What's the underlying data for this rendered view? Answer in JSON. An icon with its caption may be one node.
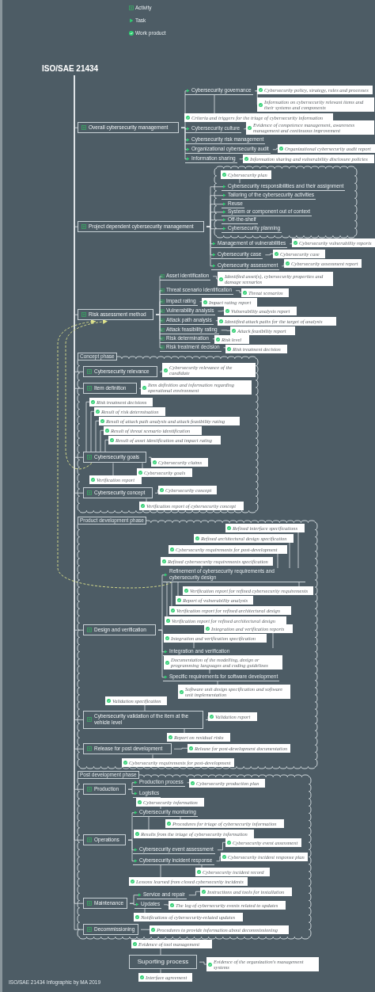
{
  "diagram": {
    "caption": "ISO/SAE 21434 Infographic by MA 2019",
    "nodes": [
      {
        "text": [
          "ISO/SAE 21434"
        ]
      },
      {
        "text": [
          "Overall cybersecurity management"
        ]
      },
      {
        "text": [
          "Cybersecurity governance"
        ]
      },
      {
        "text": [
          "Cybersecurity policy, strategy, rules and processes"
        ]
      },
      {
        "text": [
          "Information on cybersecurity relevant items and their systems and components"
        ]
      },
      {
        "text": [
          "Criteria and triggers for the triage of cybersecurity information"
        ]
      },
      {
        "text": [
          "Cybersecurity culture"
        ]
      },
      {
        "text": [
          "Evidence of competence management, awareness management and continuous improvement"
        ]
      },
      {
        "text": [
          "Cybersecurity risk management"
        ]
      },
      {
        "text": [
          "Organizational cybersecurity audit"
        ]
      },
      {
        "text": [
          "Organizational cybersecurity audit report"
        ]
      },
      {
        "text": [
          "Information sharing"
        ]
      },
      {
        "text": [
          "Information sharing and vulnerability disclosure policies"
        ]
      },
      {
        "text": [
          "Project dependent cybersecurity management"
        ]
      },
      {
        "text": [],
        "shape": "cloud"
      },
      {
        "text": [
          "Cybersecurity plan"
        ],
        "in": 14
      },
      {
        "text": [
          "Cybersecurity responsibilities and their assignment"
        ],
        "in": 14
      },
      {
        "text": [
          "Tailoring of the cybersecurity activities"
        ],
        "in": 14
      },
      {
        "text": [
          "Reuse"
        ],
        "in": 14
      },
      {
        "text": [
          "System or component out of context"
        ],
        "in": 14
      },
      {
        "text": [
          "Off-the-shelf"
        ],
        "in": 14
      },
      {
        "text": [
          "Cybersecurity planning"
        ],
        "in": 14
      },
      {
        "text": [
          "Management of vulnerabilities"
        ]
      },
      {
        "text": [
          "Cybersecurity vulnerability reports"
        ]
      },
      {
        "text": [
          "Cybersecurity case"
        ]
      },
      {
        "text": [
          "Cybersecurity case"
        ]
      },
      {
        "text": [
          "Cybersecurity assessment"
        ]
      },
      {
        "text": [
          "Cybersecurity assessment report"
        ]
      },
      {
        "text": [
          "Risk assessment method"
        ]
      },
      {
        "text": [
          "Asset identification"
        ]
      },
      {
        "text": [
          "Identified asset(s), cybersecurity properties and damage scenarios"
        ]
      },
      {
        "text": [
          "Threat scenario identification"
        ]
      },
      {
        "text": [
          "Threat scenarios"
        ]
      },
      {
        "text": [
          "Impact rating"
        ]
      },
      {
        "text": [
          "Impact rating report"
        ]
      },
      {
        "text": [
          "Vulnerability analysis"
        ]
      },
      {
        "text": [
          "Vulnerability analysis report"
        ]
      },
      {
        "text": [
          "Attack path analysis"
        ]
      },
      {
        "text": [
          "Identified attack paths for the target of analysis"
        ]
      },
      {
        "text": [
          "Attack feasibility rating"
        ]
      },
      {
        "text": [
          "Attack feasibility report"
        ]
      },
      {
        "text": [
          "Risk determination"
        ]
      },
      {
        "text": [
          "Risk level"
        ]
      },
      {
        "text": [
          "Risk treatment decision"
        ]
      },
      {
        "text": [
          "Risk treatment decision"
        ]
      },
      {
        "text": [
          "Concept phase"
        ]
      },
      {
        "text": [
          "Cybersecurity relevance"
        ],
        "in": 45
      },
      {
        "text": [
          "Cybersecurity relevance of the candidate"
        ],
        "in": 45
      },
      {
        "text": [
          "Item definition"
        ],
        "in": 45
      },
      {
        "text": [
          "Item definition and information regarding operational environment"
        ],
        "in": 45
      },
      {
        "text": [
          "Risk treatment decisions"
        ],
        "in": 45
      },
      {
        "text": [
          "Result of risk determination"
        ],
        "in": 45
      },
      {
        "text": [
          "Result of attack path analysis and attack feasibility rating"
        ],
        "in": 45
      },
      {
        "text": [
          "Result of threat scenario identification"
        ],
        "in": 45
      },
      {
        "text": [
          "Result of asset identification and impact rating"
        ],
        "in": 45
      },
      {
        "text": [
          "Cybersecurity goals"
        ],
        "in": 45
      },
      {
        "text": [
          "Cybersecurity claims"
        ],
        "in": 45
      },
      {
        "text": [
          "Cybersecurity goals"
        ],
        "in": 45
      },
      {
        "text": [
          "Verification report"
        ],
        "in": 45
      },
      {
        "text": [
          "Cybersecurity concept"
        ],
        "in": 45
      },
      {
        "text": [
          "Cybersecurity concept"
        ],
        "in": 45
      },
      {
        "text": [
          "Verification report of cybersecurity concept"
        ],
        "in": 45
      },
      {
        "text": [
          "Product development phase"
        ]
      },
      {
        "text": [
          "Refined interface specifications"
        ],
        "in": 62
      },
      {
        "text": [
          "Refined architectural design specification"
        ],
        "in": 62
      },
      {
        "text": [
          "Cybersecurity requirements for post-development"
        ],
        "in": 62
      },
      {
        "text": [
          "Refined cybersecurity requirements specification"
        ],
        "in": 62
      },
      {
        "text": [
          "Refinement of cybersecurity requirements and cybersecurity design"
        ],
        "in": 62
      },
      {
        "text": [
          "Verification report for refined cybersecurity requirements"
        ],
        "in": 62
      },
      {
        "text": [
          "Report of vulnerability analysis"
        ],
        "in": 62
      },
      {
        "text": [
          "Verification report for refined architectural design"
        ],
        "in": 62
      },
      {
        "text": [
          "Verification report for refined architectural design"
        ],
        "in": 62
      },
      {
        "text": [
          "Design and verification"
        ],
        "in": 62
      },
      {
        "text": [
          "Integration and verification reports"
        ],
        "in": 62
      },
      {
        "text": [
          "Integration and verification specification"
        ],
        "in": 62
      },
      {
        "text": [
          "Integration and verification"
        ],
        "in": 62
      },
      {
        "text": [
          "Documentation of the modelling, design or programming languages and coding guidelines"
        ],
        "in": 62
      },
      {
        "text": [
          "Specific requirements for software development"
        ],
        "in": 62
      },
      {
        "text": [
          "Software unit design specification and software unit implementation"
        ],
        "in": 62
      },
      {
        "text": [
          "Validation specification"
        ],
        "in": 62
      },
      {
        "text": [
          "Cybersecurity validation of the item at the vehicle level"
        ],
        "in": 62
      },
      {
        "text": [
          "Validation report"
        ],
        "in": 62
      },
      {
        "text": [
          "Report on residual risks"
        ],
        "in": 62
      },
      {
        "text": [
          "Release for post development"
        ],
        "in": 62
      },
      {
        "text": [
          "Release for post-development documentation"
        ],
        "in": 62
      },
      {
        "text": [
          "Cybersecurity requirements for post-development"
        ],
        "in": 62
      },
      {
        "text": [
          "Post development phase"
        ]
      },
      {
        "text": [
          "Production"
        ],
        "in": 86
      },
      {
        "text": [
          "Production process"
        ],
        "in": 86
      },
      {
        "text": [
          "Cybersecurity production plan"
        ],
        "in": 86
      },
      {
        "text": [
          "Logistics"
        ],
        "in": 86
      },
      {
        "text": [
          "Cybersecurity information"
        ],
        "in": 86
      },
      {
        "text": [
          "Cybersecurity monitoring"
        ],
        "in": 86
      },
      {
        "text": [
          "Procedures for triage of cybersecurity information"
        ],
        "in": 86
      },
      {
        "text": [
          "Results from the triage of cybersecurity information"
        ],
        "in": 86
      },
      {
        "text": [
          "Operations"
        ],
        "in": 86
      },
      {
        "text": [
          "Cybersecurity event assessment"
        ],
        "in": 86
      },
      {
        "text": [
          "Cybersecurity event assessment"
        ],
        "in": 86
      },
      {
        "text": [
          "Cybersecurity incident response plan"
        ],
        "in": 86
      },
      {
        "text": [
          "Cybersecurity incident response"
        ],
        "in": 86
      },
      {
        "text": [
          "Cybersecurity incident record"
        ],
        "in": 86
      },
      {
        "text": [
          "Lessons learned from closed cybersecurity incidents"
        ],
        "in": 86
      },
      {
        "text": [
          "Service and repair"
        ],
        "in": 86
      },
      {
        "text": [
          "Instructions and tools for installation"
        ],
        "in": 86
      },
      {
        "text": [
          "Maintenance"
        ],
        "in": 86
      },
      {
        "text": [
          "Updates"
        ],
        "in": 86
      },
      {
        "text": [
          "The log of cybersecurity events related to updates"
        ],
        "in": 86
      },
      {
        "text": [
          "Notifications of cybersecurity-related updates"
        ],
        "in": 86
      },
      {
        "text": [
          "Decommissioning"
        ],
        "in": 86
      },
      {
        "text": [
          "Procedures to provide information about decommissioning"
        ],
        "in": 86
      },
      {
        "text": [
          "Evidence of tool management"
        ]
      },
      {
        "text": [
          "Suporting process"
        ]
      },
      {
        "text": [
          "Evidence of the organization's management systems"
        ]
      },
      {
        "text": [
          "Interface agreement"
        ]
      }
    ],
    "edges": [
      {
        "from": 0,
        "to": 1,
        "arrow": "none"
      },
      {
        "from": 0,
        "to": 13,
        "arrow": "none"
      },
      {
        "from": 0,
        "to": 28,
        "arrow": "none"
      },
      {
        "from": 0,
        "to": 46,
        "arrow": "none"
      },
      {
        "from": 0,
        "to": 48,
        "arrow": "none"
      },
      {
        "from": 0,
        "to": 55,
        "arrow": "none"
      },
      {
        "from": 0,
        "to": 59,
        "arrow": "none"
      },
      {
        "from": 0,
        "to": 72,
        "arrow": "none"
      },
      {
        "from": 0,
        "to": 80,
        "arrow": "none"
      },
      {
        "from": 0,
        "to": 83,
        "arrow": "none"
      },
      {
        "from": 0,
        "to": 87,
        "arrow": "none"
      },
      {
        "from": 0,
        "to": 95,
        "arrow": "none"
      },
      {
        "from": 0,
        "to": 104,
        "arrow": "none"
      },
      {
        "from": 0,
        "to": 108,
        "arrow": "none"
      },
      {
        "from": 1,
        "to": 2,
        "arrow": "none"
      },
      {
        "from": 1,
        "to": 6,
        "arrow": "none"
      },
      {
        "from": 1,
        "to": 8,
        "arrow": "none"
      },
      {
        "from": 1,
        "to": 9,
        "arrow": "none"
      },
      {
        "from": 1,
        "to": 11,
        "arrow": "none"
      },
      {
        "from": 2,
        "to": 3,
        "arrow": "none"
      },
      {
        "from": 2,
        "to": 4,
        "arrow": "none"
      },
      {
        "from": 2,
        "to": 5,
        "arrow": "none"
      },
      {
        "from": 6,
        "to": 7,
        "arrow": "none"
      },
      {
        "from": 9,
        "to": 10,
        "arrow": "none"
      },
      {
        "from": 11,
        "to": 12,
        "arrow": "none"
      },
      {
        "from": 13,
        "to": 16,
        "arrow": "none"
      },
      {
        "from": 13,
        "to": 17,
        "arrow": "none"
      },
      {
        "from": 13,
        "to": 18,
        "arrow": "none"
      },
      {
        "from": 13,
        "to": 19,
        "arrow": "none"
      },
      {
        "from": 13,
        "to": 20,
        "arrow": "none"
      },
      {
        "from": 13,
        "to": 21,
        "arrow": "none"
      },
      {
        "from": 13,
        "to": 22,
        "arrow": "none"
      },
      {
        "from": 13,
        "to": 24,
        "arrow": "none"
      },
      {
        "from": 13,
        "to": 26,
        "arrow": "none"
      },
      {
        "from": 16,
        "to": 15,
        "arrow": "none"
      },
      {
        "from": 22,
        "to": 23,
        "arrow": "none"
      },
      {
        "from": 24,
        "to": 25,
        "arrow": "none"
      },
      {
        "from": 26,
        "to": 27,
        "arrow": "none"
      },
      {
        "from": 28,
        "to": 29,
        "arrow": "none"
      },
      {
        "from": 28,
        "to": 31,
        "arrow": "none"
      },
      {
        "from": 28,
        "to": 33,
        "arrow": "none"
      },
      {
        "from": 28,
        "to": 35,
        "arrow": "none"
      },
      {
        "from": 28,
        "to": 37,
        "arrow": "none"
      },
      {
        "from": 28,
        "to": 39,
        "arrow": "none"
      },
      {
        "from": 28,
        "to": 41,
        "arrow": "none"
      },
      {
        "from": 28,
        "to": 43,
        "arrow": "none"
      },
      {
        "from": 29,
        "to": 30,
        "arrow": "none"
      },
      {
        "from": 31,
        "to": 32,
        "arrow": "none"
      },
      {
        "from": 33,
        "to": 34,
        "arrow": "none"
      },
      {
        "from": 35,
        "to": 36,
        "arrow": "none"
      },
      {
        "from": 37,
        "to": 38,
        "arrow": "none"
      },
      {
        "from": 39,
        "to": 40,
        "arrow": "none"
      },
      {
        "from": 41,
        "to": 42,
        "arrow": "none"
      },
      {
        "from": 43,
        "to": 44,
        "arrow": "none"
      },
      {
        "from": 46,
        "to": 47,
        "arrow": "none"
      },
      {
        "from": 48,
        "to": 49,
        "arrow": "none"
      },
      {
        "from": 55,
        "to": 50,
        "arrow": "none"
      },
      {
        "from": 55,
        "to": 51,
        "arrow": "none"
      },
      {
        "from": 55,
        "to": 52,
        "arrow": "none"
      },
      {
        "from": 55,
        "to": 53,
        "arrow": "none"
      },
      {
        "from": 55,
        "to": 54,
        "arrow": "none"
      },
      {
        "from": 55,
        "to": 56,
        "arrow": "none"
      },
      {
        "from": 55,
        "to": 57,
        "arrow": "none"
      },
      {
        "from": 55,
        "to": 58,
        "arrow": "none"
      },
      {
        "from": 59,
        "to": 60,
        "arrow": "none"
      },
      {
        "from": 59,
        "to": 61,
        "arrow": "none"
      },
      {
        "from": 72,
        "to": 67,
        "arrow": "none"
      },
      {
        "from": 72,
        "to": 75,
        "arrow": "none"
      },
      {
        "from": 72,
        "to": 77,
        "arrow": "none"
      },
      {
        "from": 67,
        "to": 63,
        "arrow": "none"
      },
      {
        "from": 67,
        "to": 64,
        "arrow": "none"
      },
      {
        "from": 67,
        "to": 65,
        "arrow": "none"
      },
      {
        "from": 67,
        "to": 66,
        "arrow": "none"
      },
      {
        "from": 67,
        "to": 68,
        "arrow": "none"
      },
      {
        "from": 67,
        "to": 69,
        "arrow": "none"
      },
      {
        "from": 67,
        "to": 70,
        "arrow": "none"
      },
      {
        "from": 67,
        "to": 71,
        "arrow": "none"
      },
      {
        "from": 75,
        "to": 73,
        "arrow": "none"
      },
      {
        "from": 75,
        "to": 74,
        "arrow": "none"
      },
      {
        "from": 77,
        "to": 76,
        "arrow": "none"
      },
      {
        "from": 77,
        "to": 78,
        "arrow": "none"
      },
      {
        "from": 80,
        "to": 79,
        "arrow": "none"
      },
      {
        "from": 80,
        "to": 81,
        "arrow": "none"
      },
      {
        "from": 80,
        "to": 82,
        "arrow": "none"
      },
      {
        "from": 83,
        "to": 84,
        "arrow": "none"
      },
      {
        "from": 83,
        "to": 85,
        "arrow": "none"
      },
      {
        "from": 87,
        "to": 88,
        "arrow": "none"
      },
      {
        "from": 87,
        "to": 90,
        "arrow": "none"
      },
      {
        "from": 88,
        "to": 89,
        "arrow": "none"
      },
      {
        "from": 95,
        "to": 92,
        "arrow": "none"
      },
      {
        "from": 95,
        "to": 97,
        "arrow": "none"
      },
      {
        "from": 95,
        "to": 99,
        "arrow": "none"
      },
      {
        "from": 92,
        "to": 91,
        "arrow": "none"
      },
      {
        "from": 92,
        "to": 93,
        "arrow": "none"
      },
      {
        "from": 92,
        "to": 94,
        "arrow": "none"
      },
      {
        "from": 97,
        "to": 96,
        "arrow": "none"
      },
      {
        "from": 99,
        "to": 98,
        "arrow": "none"
      },
      {
        "from": 99,
        "to": 100,
        "arrow": "none"
      },
      {
        "from": 99,
        "to": 101,
        "arrow": "none"
      },
      {
        "from": 104,
        "to": 102,
        "arrow": "none"
      },
      {
        "from": 104,
        "to": 105,
        "arrow": "none"
      },
      {
        "from": 102,
        "to": 103,
        "arrow": "none"
      },
      {
        "from": 105,
        "to": 106,
        "arrow": "none"
      },
      {
        "from": 105,
        "to": 107,
        "arrow": "none"
      },
      {
        "from": 108,
        "to": 109,
        "arrow": "none"
      },
      {
        "from": 111,
        "to": 110,
        "arrow": "none"
      },
      {
        "from": 111,
        "to": 112,
        "arrow": "none"
      },
      {
        "from": 111,
        "to": 113,
        "arrow": "none"
      },
      {
        "from": 55,
        "to": 28,
        "arrow": "to",
        "style": "dashed",
        "color": "#dfe38c"
      },
      {
        "from": 67,
        "to": 28,
        "arrow": "to",
        "style": "dashed",
        "color": "#dfe38c"
      }
    ],
    "legend": [
      {
        "text": "Activity"
      },
      {
        "text": "Task"
      },
      {
        "text": "Work product"
      }
    ]
  }
}
